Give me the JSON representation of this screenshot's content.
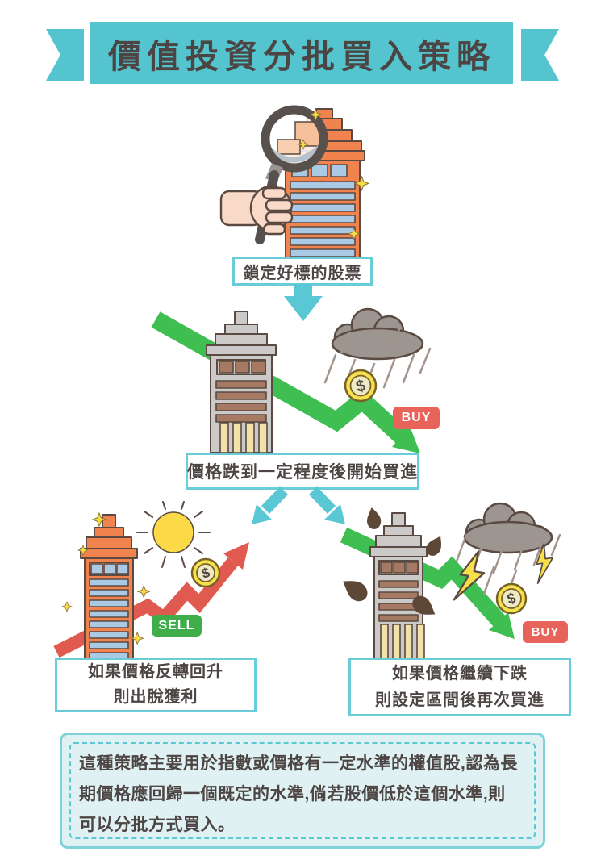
{
  "title": "價值投資分批買入策略",
  "steps": {
    "step1": "鎖定好標的股票",
    "step2": "價格跌到一定程度後開始買進",
    "left": [
      "如果價格反轉回升",
      "則出脫獲利"
    ],
    "right": [
      "如果價格繼續下跌",
      "則設定區間後再次買進"
    ]
  },
  "badges": {
    "buy": "BUY",
    "sell": "SELL",
    "dollar": "$"
  },
  "footer": {
    "lines": [
      "這種策略主要用於指數或價格有一定水準的權值股,認為長",
      "期價格應回歸一個既定的水準,倘若股價低於這個水準,則",
      "可以分批方式買入。"
    ]
  },
  "colors": {
    "teal": "#54C5CF",
    "dark_text": "#4C4543",
    "outline": "#5A4A42",
    "orange_building": "#F0834E",
    "window_blue": "#A9C9E5",
    "gray_building": "#CBCAC8",
    "brown_window": "#A57962",
    "column_cream": "#F2E2A9",
    "green_arrow": "#3FBE51",
    "red_arrow": "#E15A50",
    "buy_badge": "#E8635A",
    "sell_badge": "#3FAE49",
    "sun_yellow": "#FBD947",
    "coin_yellow": "#F7E14D",
    "cloud_gray": "#9C9590",
    "footer_bg": "#DFF1F2"
  }
}
